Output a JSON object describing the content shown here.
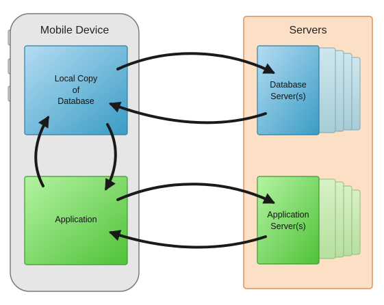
{
  "device": {
    "title": "Mobile Device"
  },
  "servers": {
    "title": "Servers"
  },
  "boxes": {
    "local_db": {
      "lines": [
        "Local Copy",
        "of",
        "Database"
      ]
    },
    "application": {
      "label": "Application"
    },
    "db_server": {
      "lines": [
        "Database",
        "Server(s)"
      ]
    },
    "app_server": {
      "lines": [
        "Application",
        "Server(s)"
      ]
    }
  },
  "colors": {
    "device_fill": "#e6e6e6",
    "device_stroke": "#7a7a7a",
    "servers_fill": "#fbe0c6",
    "servers_stroke": "#d8925a",
    "blue_light": "#a9d6f0",
    "blue_dark": "#3d9fc6",
    "blue_stroke": "#2d7ea3",
    "green_light": "#aef09a",
    "green_dark": "#52c43a",
    "green_stroke": "#3f9a2e",
    "arrow": "#1a1a1a"
  }
}
